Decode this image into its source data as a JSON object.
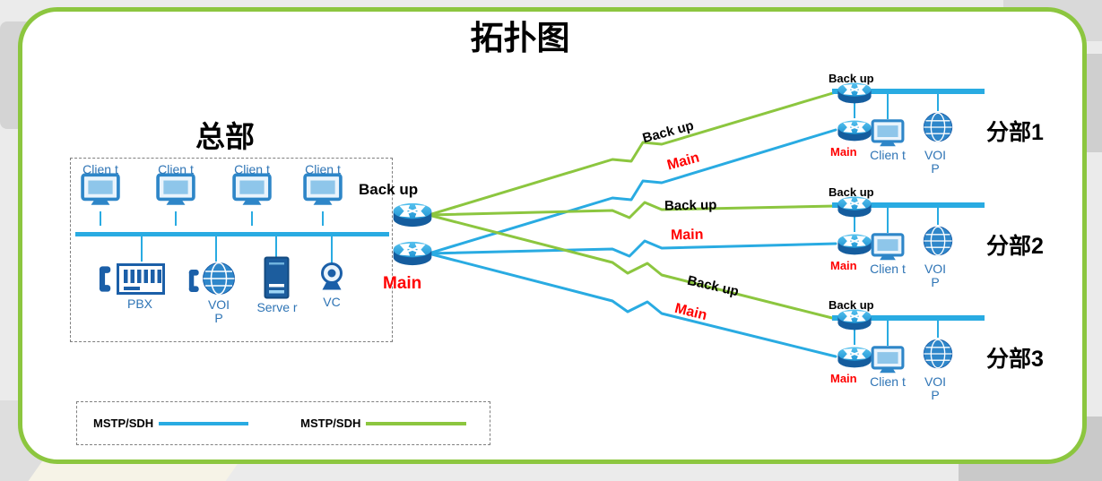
{
  "title": "拓扑图",
  "hq": {
    "label": "总部",
    "clients": [
      {
        "label": "Clien t"
      },
      {
        "label": "Clien t"
      },
      {
        "label": "Clien t"
      },
      {
        "label": "Clien t"
      }
    ],
    "devices": {
      "pbx": {
        "label": "PBX"
      },
      "voip": {
        "label": "VOI P"
      },
      "server": {
        "label": "Serve r"
      },
      "vc": {
        "label": "VC"
      }
    },
    "routers": {
      "backup": {
        "label": "Back up"
      },
      "main": {
        "label": "Main"
      }
    }
  },
  "branches": [
    {
      "name": "分部1",
      "backup_label": "Back up",
      "main_label": "Main",
      "client_label": "Clien t",
      "voip_label": "VOI P"
    },
    {
      "name": "分部2",
      "backup_label": "Back up",
      "main_label": "Main",
      "client_label": "Clien t",
      "voip_label": "VOI P"
    },
    {
      "name": "分部3",
      "backup_label": "Back up",
      "main_label": "Main",
      "client_label": "Clien t",
      "voip_label": "VOI P"
    }
  ],
  "links": [
    {
      "to": "分部1",
      "kind": "backup",
      "label": "Back up"
    },
    {
      "to": "分部1",
      "kind": "main",
      "label": "Main"
    },
    {
      "to": "分部2",
      "kind": "backup",
      "label": "Back up"
    },
    {
      "to": "分部2",
      "kind": "main",
      "label": "Main"
    },
    {
      "to": "分部3",
      "kind": "backup",
      "label": "Back up"
    },
    {
      "to": "分部3",
      "kind": "main",
      "label": "Main"
    }
  ],
  "legend": {
    "items": [
      {
        "label": "MSTP/SDH",
        "color": "#29abe2"
      },
      {
        "label": "MSTP/SDH",
        "color": "#8cc63f"
      }
    ]
  },
  "colors": {
    "border_green": "#8cc63f",
    "backup_line": "#8cc63f",
    "main_line": "#29abe2",
    "main_label_red": "#ff0000",
    "device_text_blue": "#2e74b5"
  }
}
